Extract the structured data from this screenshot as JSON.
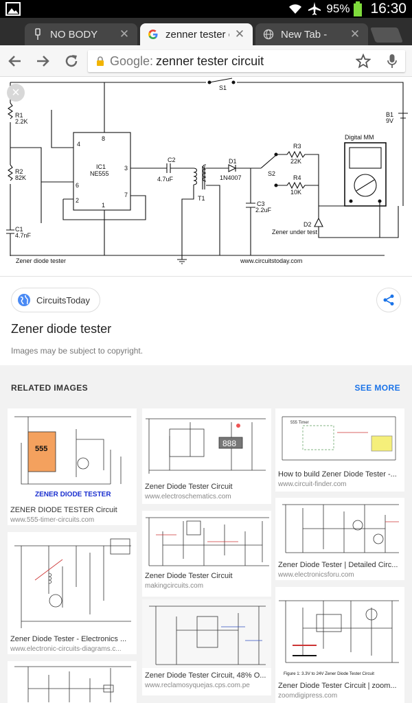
{
  "status": {
    "battery": "95%",
    "time": "16:30"
  },
  "tabs": [
    {
      "title": "NO BODY",
      "active": false
    },
    {
      "title": "zenner tester cir",
      "active": true
    },
    {
      "title": "New Tab -",
      "active": false
    }
  ],
  "omnibox": {
    "prefix": "Google:",
    "query": "zenner tester circuit"
  },
  "schematic": {
    "labels": {
      "s1": "S1",
      "r1": "R1",
      "r1v": "2.2K",
      "r2": "R2",
      "r2v": "82K",
      "c1": "C1",
      "c1v": "4.7nF",
      "ic": "IC1",
      "icp": "NE555",
      "p8": "8",
      "p4": "4",
      "p3": "3",
      "p6": "6",
      "p2": "2",
      "p7": "7",
      "p1": "1",
      "c2": "C2",
      "c2v": "4.7uF",
      "t1": "T1",
      "d1": "D1",
      "d1v": "1N4007",
      "c3": "C3",
      "c3v": "2.2uF",
      "s2": "S2",
      "r3": "R3",
      "r3v": "22K",
      "r4": "R4",
      "r4v": "10K",
      "b1": "B1",
      "b1v": "9V",
      "dmm": "Digital MM",
      "d2": "D2",
      "d2v": "Zener under test",
      "footer_left": "Zener diode tester",
      "footer_right": "www.circuitstoday.com"
    }
  },
  "info": {
    "source": "CircuitsToday",
    "title": "Zener diode tester",
    "copyright": "Images may be subject to copyright."
  },
  "related": {
    "heading": "RELATED IMAGES",
    "see_more": "SEE MORE",
    "cards": [
      {
        "title": "ZENER DIODE TESTER Circuit",
        "site": "www.555-timer-circuits.com",
        "caption": "ZENER DIODE TESTER",
        "chip": "555"
      },
      {
        "title": "Zener Diode Tester Circuit",
        "site": "www.electroschematics.com",
        "display": "888"
      },
      {
        "title": "How to build Zener Diode Tester -...",
        "site": "www.circuit-finder.com",
        "mini": "555 Timer"
      },
      {
        "title": "Zener Diode Tester - Electronics ...",
        "site": "www.electronic-circuits-diagrams.c..."
      },
      {
        "title": "Zener Diode Tester Circuit",
        "site": "makingcircuits.com"
      },
      {
        "title": "Zener Diode Tester | Detailed Circ...",
        "site": "www.electronicsforu.com"
      },
      {
        "title": "",
        "site": ""
      },
      {
        "title": "Zener Diode Tester Circuit, 48% O...",
        "site": "www.reclamosyquejas.cps.com.pe"
      },
      {
        "title": "Zener Diode Tester Circuit | zoom...",
        "site": "zoomdigipress.com",
        "caption": "Figure 1: 3.3V to 24V Zener Diode Tester Circuit"
      }
    ]
  }
}
